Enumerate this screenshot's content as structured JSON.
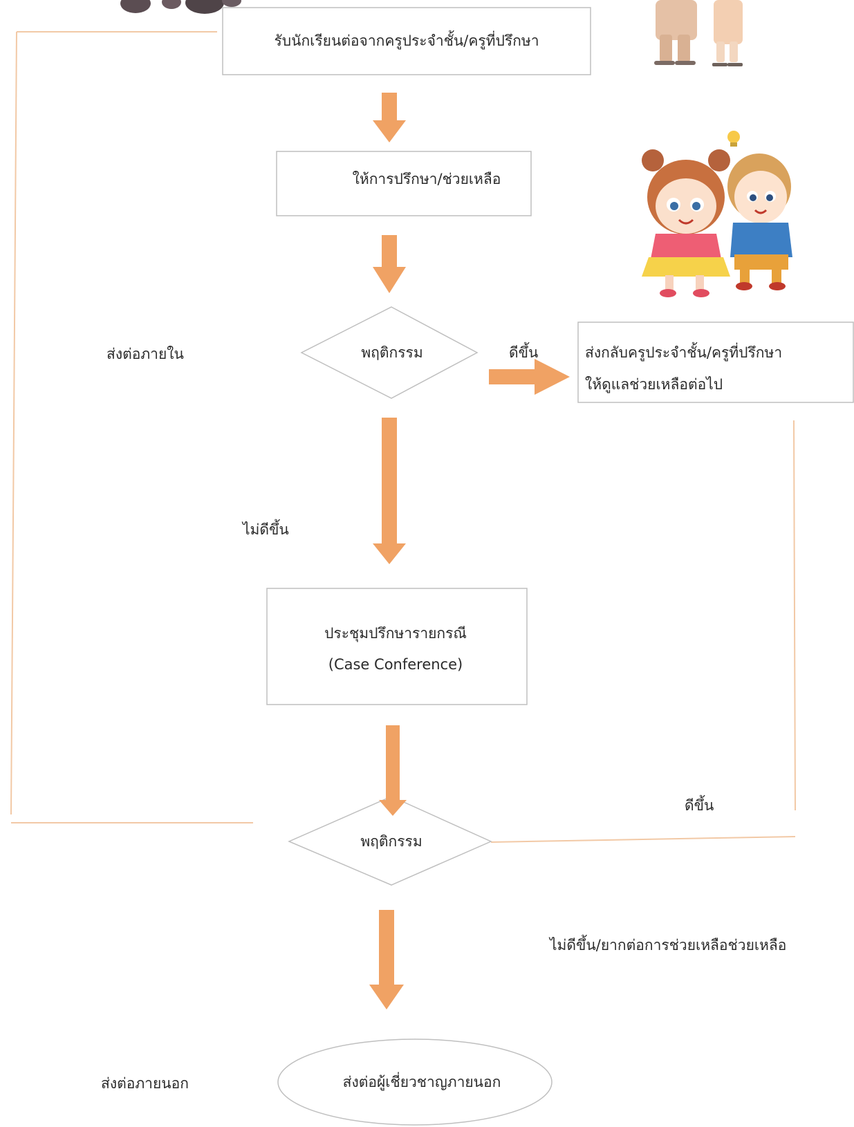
{
  "colors": {
    "arrow": "#f0a264",
    "connector": "#f2c9a6",
    "box_border": "#bfbfbf",
    "text": "#2b2b2b"
  },
  "nodes": {
    "receive": "รับนักเรียนต่อจากครูประจำชั้น/ครูที่ปรึกษา",
    "counsel": "ให้การปรึกษา/ช่วยเหลือ",
    "behavior1": "พฤติกรรม",
    "return_line1": "ส่งกลับครูประจำชั้น/ครูที่ปรึกษา",
    "return_line2": "ให้ดูแลช่วยเหลือต่อไป",
    "conference_line1": "ประชุมปรึกษารายกรณี",
    "conference_line2": "(Case Conference)",
    "behavior2": "พฤติกรรม",
    "external": "ส่งต่อผู้เชี่ยวชาญภายนอก"
  },
  "labels": {
    "internal_referral": "ส่งต่อภายใน",
    "better1": "ดีขึ้น",
    "not_better": "ไม่ดีขึ้น",
    "better2": "ดีขึ้น",
    "not_better_difficult": "ไม่ดีขึ้น/ยากต่อการช่วยเหลือช่วยเหลือ",
    "external_referral": "ส่งต่อภายนอก"
  },
  "images": {
    "top_left": "people-icon",
    "top_right": "teacher-student-figures",
    "kids": "cartoon-kids"
  }
}
